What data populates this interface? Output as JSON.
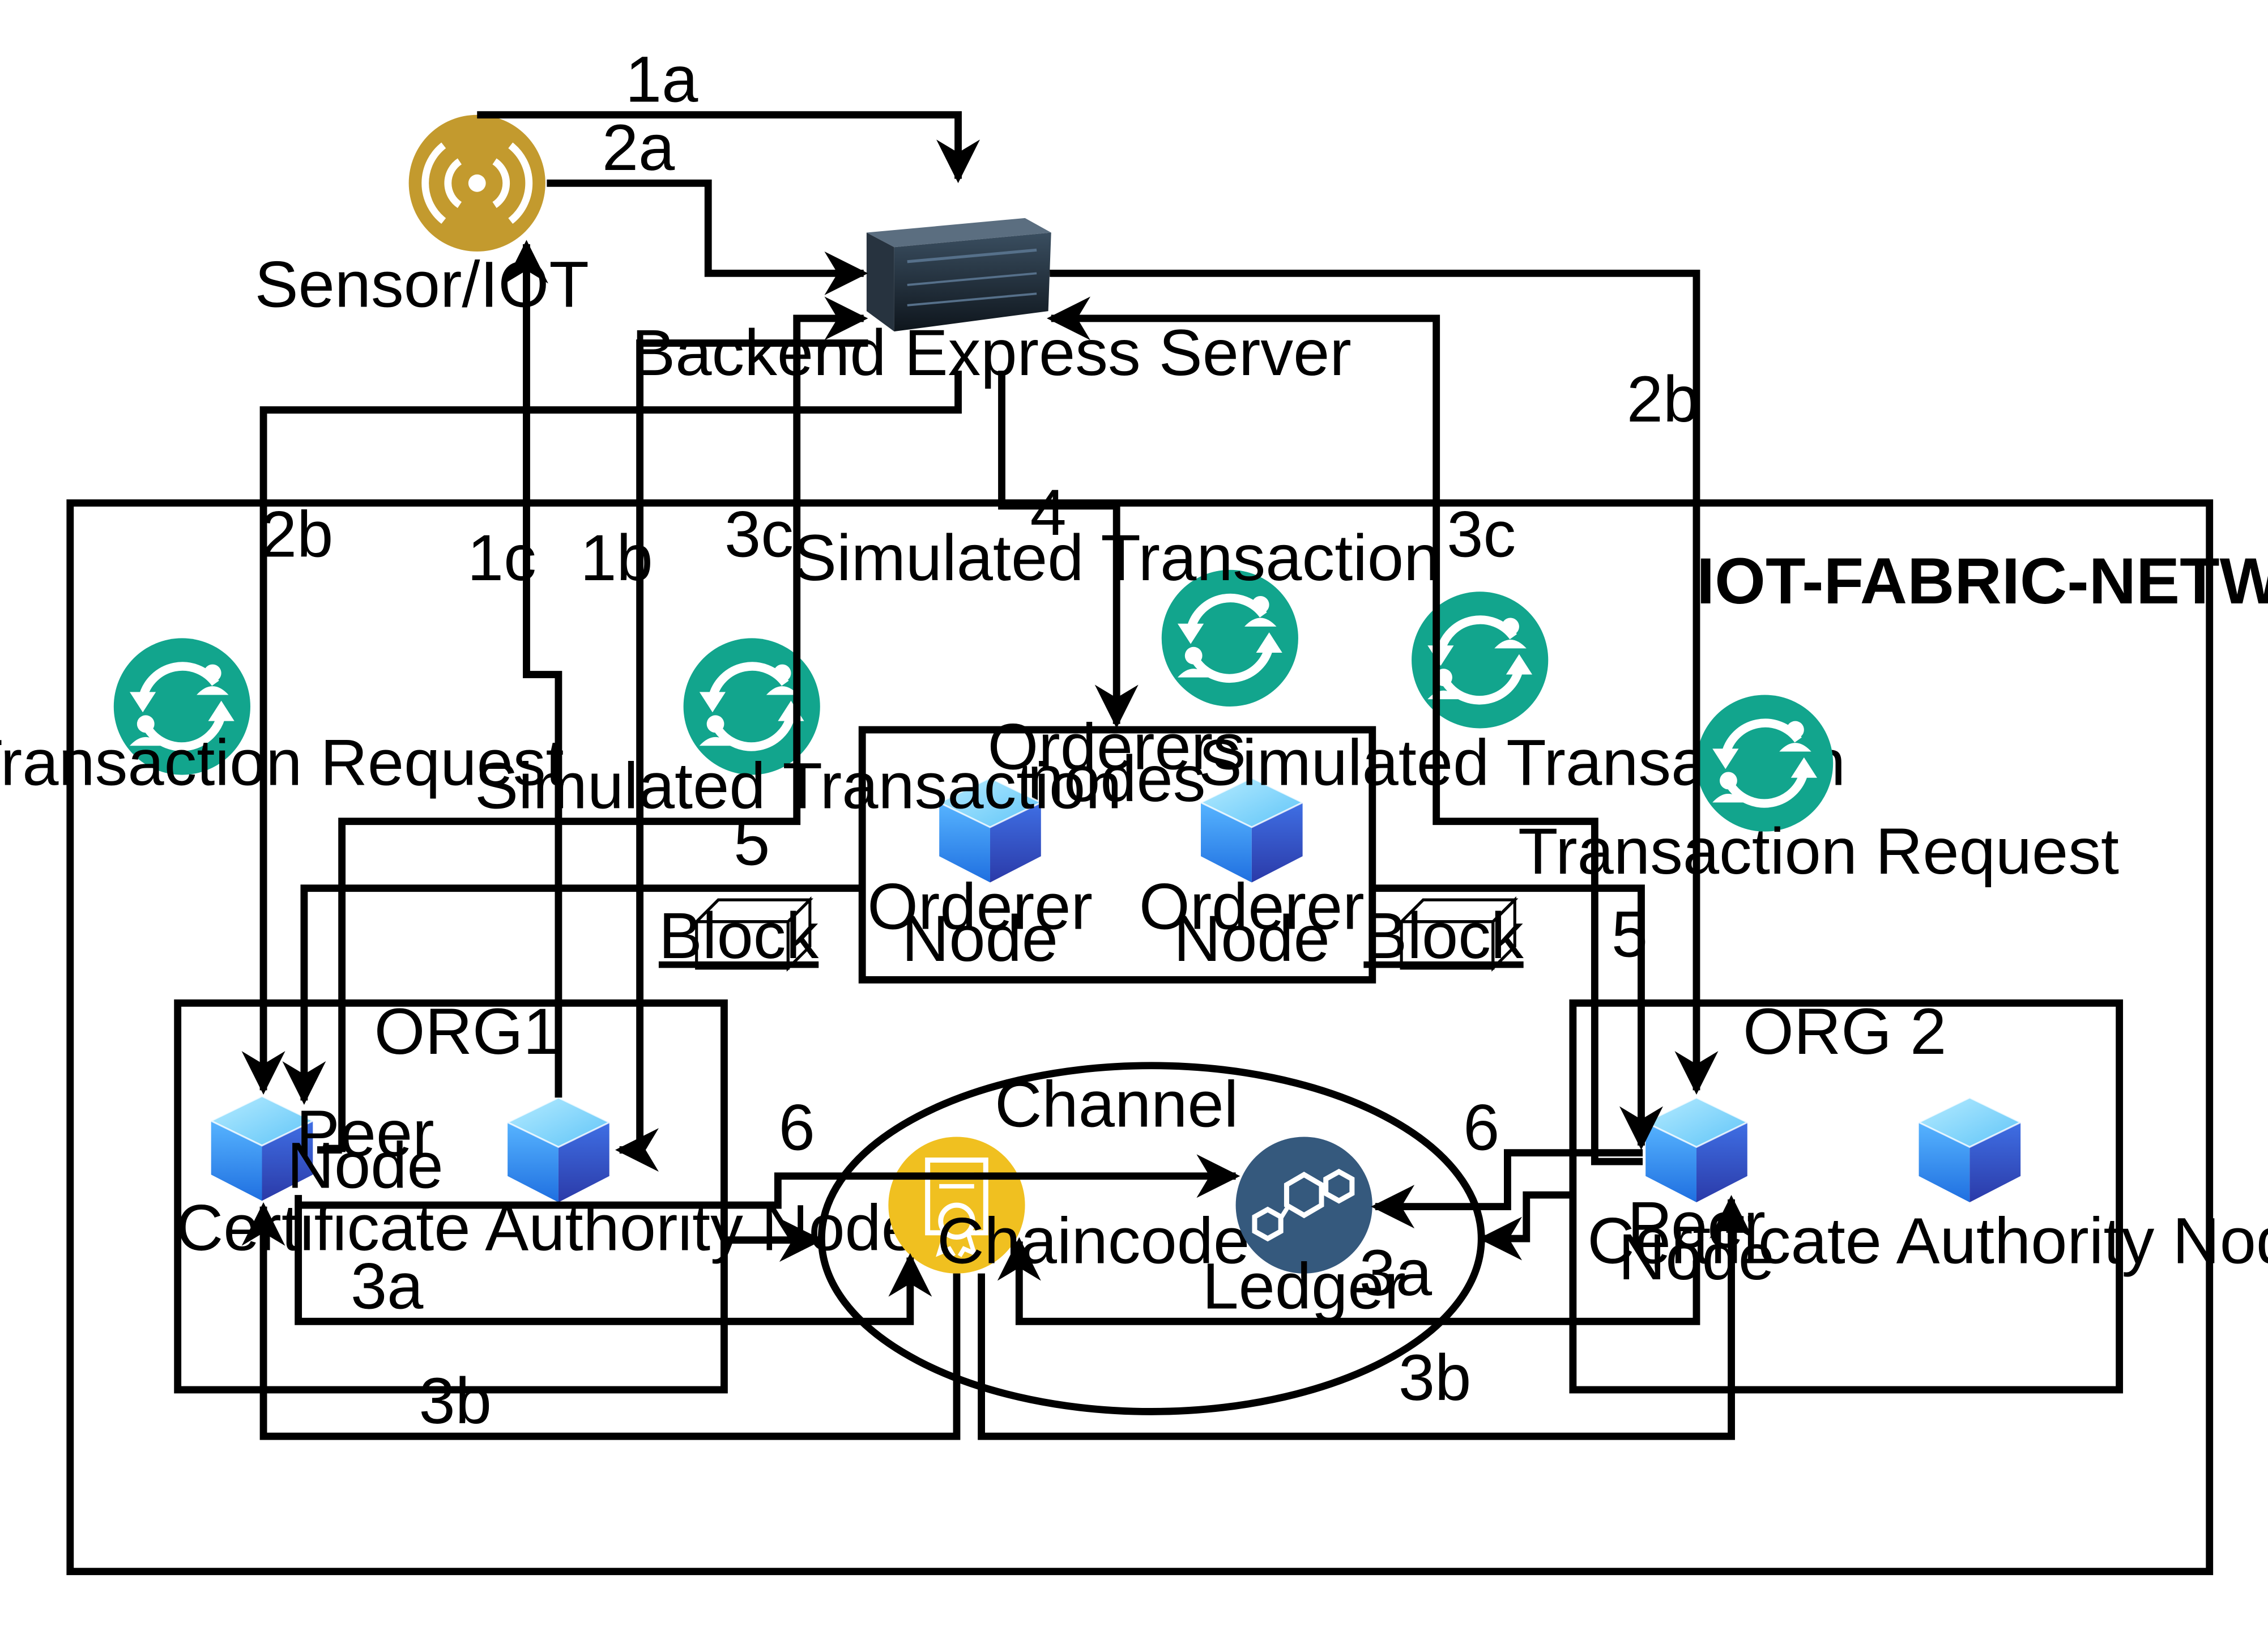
{
  "network": {
    "title": "IOT-FABRIC-NETWOK"
  },
  "server": {
    "label": "Backend Express Server"
  },
  "sensor": {
    "label": "Sensor/IOT",
    "color": "#c39a2e"
  },
  "orderers": {
    "title_line1": "Orderers",
    "title_line2": "nodes",
    "node1_line1": "Orderer",
    "node1_line2": "Node",
    "node2_line1": "Orderer",
    "node2_line2": "Node"
  },
  "org1": {
    "title": "ORG1",
    "peer_line1": "Peer",
    "peer_line2": "Node",
    "ca_label": "Certificate Authority Node"
  },
  "org2": {
    "title": "ORG 2",
    "peer_line1": "Peer",
    "peer_line2": "Node",
    "ca_label": "Certificate Authority Node"
  },
  "channel": {
    "title": "Channel",
    "chaincode": "Chaincode",
    "ledger": "Ledger"
  },
  "blocks": {
    "left": "Block",
    "right": "Block"
  },
  "transactions": {
    "request_left": "Transaction Request",
    "simulated_left": "Simulated Transaction",
    "simulated_top": "Simulated Transaction",
    "simulated_right": "Simulated Transaction",
    "request_right": "Transaction Request"
  },
  "step_labels": {
    "s1a": "1a",
    "s2a": "2a",
    "s2b_left": "2b",
    "s2b_right": "2b",
    "s1c": "1c",
    "s1b": "1b",
    "s3c_left": "3c",
    "s3c_right": "3c",
    "s4": "4",
    "s5_left": "5",
    "s5_right": "5",
    "s6_left": "6",
    "s6_right": "6",
    "s3a_left": "3a",
    "s3a_right": "3a",
    "s3b_left": "3b",
    "s3b_right": "3b"
  },
  "colors": {
    "teal": "#12a58d",
    "cube_top": "#8ad8ff",
    "cube_left": "#2a8cf0",
    "cube_right": "#3a4dc0",
    "chaincode": "#f0c020",
    "ledger": "#35597d",
    "server_dark": "#1b2530"
  },
  "icons": {
    "transaction": "transaction-sync-users-icon",
    "node": "cube-node-icon",
    "sensor": "wireless-signal-icon",
    "server": "rack-server-icon",
    "chaincode": "certificate-icon",
    "ledger": "blockchain-ledger-icon",
    "block": "block-3d-icon"
  }
}
